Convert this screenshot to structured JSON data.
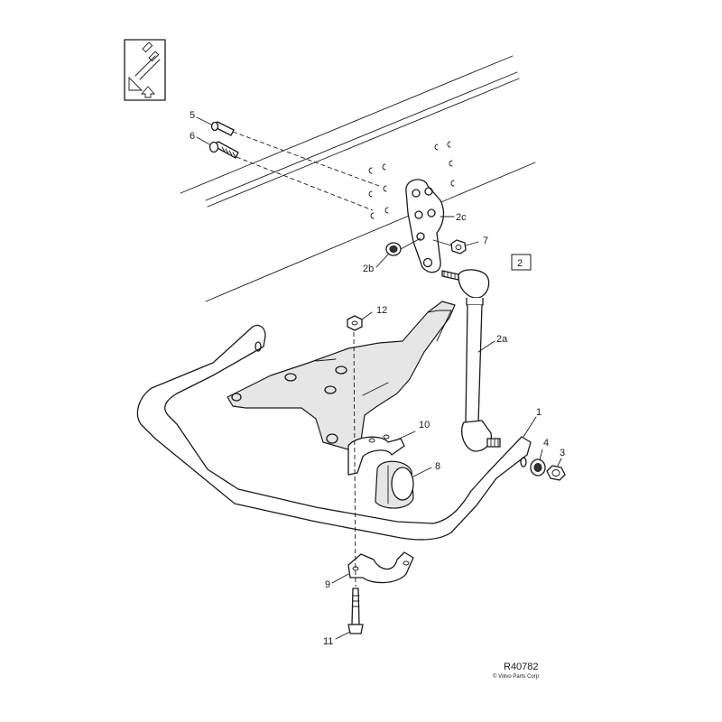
{
  "callouts": {
    "c1": "1",
    "c2": "2",
    "c2a": "2a",
    "c2b": "2b",
    "c2c": "2c",
    "c3": "3",
    "c4": "4",
    "c5": "5",
    "c6": "6",
    "c7": "7",
    "c8": "8",
    "c9": "9",
    "c10": "10",
    "c11": "11",
    "c12": "12"
  },
  "reference_number": "R40782",
  "copyright": "© Volvo Parts Corp",
  "orientation_icon": "vehicle-orientation-arrow-icon"
}
